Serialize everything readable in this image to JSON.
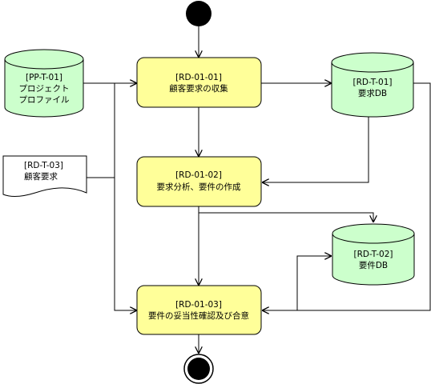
{
  "activities": {
    "collect": {
      "id": "[RD-01-01]",
      "name": "顧客要求の収集"
    },
    "analyze": {
      "id": "[RD-01-02]",
      "name": "要求分析、要件の作成"
    },
    "validate": {
      "id": "[RD-01-03]",
      "name": "要件の妥当性確認及び合意"
    }
  },
  "datastores": {
    "profile": {
      "id": "[PP-T-01]",
      "line1": "プロジェクト",
      "line2": "プロファイル"
    },
    "req_db": {
      "id": "[RD-T-01]",
      "name": "要求DB"
    },
    "spec_db": {
      "id": "[RD-T-02]",
      "name": "要件DB"
    }
  },
  "document": {
    "id": "[RD-T-03]",
    "name": "顧客要求"
  },
  "colors": {
    "activity_fill": "#ffff99",
    "datastore_fill": "#ccffcc",
    "document_fill": "#ffffff",
    "line": "#000000"
  },
  "icons": {
    "start": "filled-circle",
    "end": "bullseye"
  }
}
